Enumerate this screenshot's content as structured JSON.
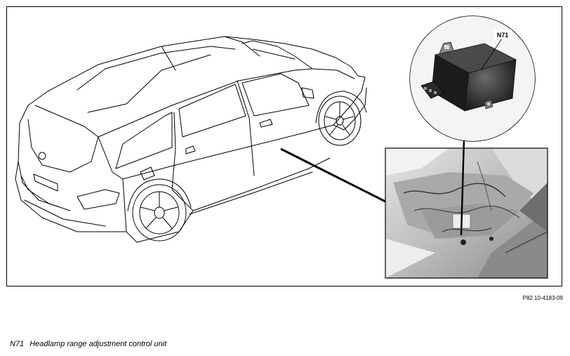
{
  "callout": {
    "label": "N71"
  },
  "figure": {
    "reference": "P82.10-4183-09"
  },
  "caption": {
    "code": "N71",
    "text": "Headlamp range adjustment control unit"
  }
}
